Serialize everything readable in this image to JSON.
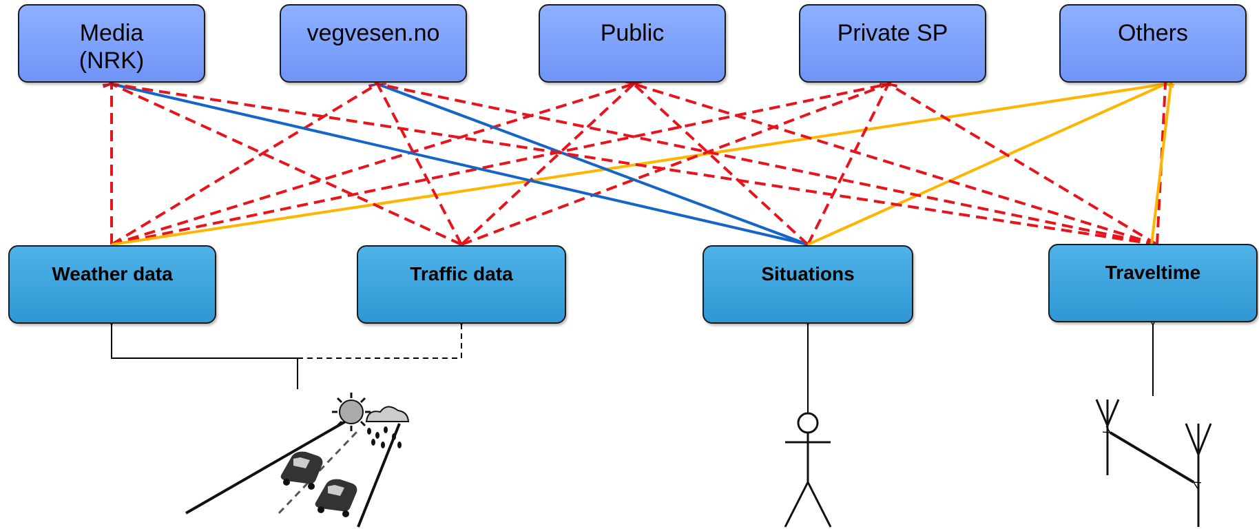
{
  "sources": [
    {
      "id": "media",
      "label": "Media\n(NRK)"
    },
    {
      "id": "vegvesen",
      "label": "vegvesen.no"
    },
    {
      "id": "public",
      "label": "Public"
    },
    {
      "id": "private",
      "label": "Private SP"
    },
    {
      "id": "others",
      "label": "Others"
    }
  ],
  "data_nodes": [
    {
      "id": "weather",
      "label": "Weather data"
    },
    {
      "id": "traffic",
      "label": "Traffic data"
    },
    {
      "id": "situations",
      "label": "Situations"
    },
    {
      "id": "traveltime",
      "label": "Traveltime"
    }
  ],
  "links": [
    {
      "from": "weather",
      "to": "media",
      "style": "dashed",
      "color": "#e8141c"
    },
    {
      "from": "weather",
      "to": "vegvesen",
      "style": "dashed",
      "color": "#e8141c"
    },
    {
      "from": "weather",
      "to": "public",
      "style": "dashed",
      "color": "#e8141c"
    },
    {
      "from": "weather",
      "to": "private",
      "style": "dashed",
      "color": "#e8141c"
    },
    {
      "from": "weather",
      "to": "others",
      "style": "solid",
      "color": "#ffb400"
    },
    {
      "from": "traffic",
      "to": "media",
      "style": "dashed",
      "color": "#e8141c"
    },
    {
      "from": "traffic",
      "to": "vegvesen",
      "style": "dashed",
      "color": "#e8141c"
    },
    {
      "from": "traffic",
      "to": "public",
      "style": "dashed",
      "color": "#e8141c"
    },
    {
      "from": "traffic",
      "to": "private",
      "style": "dashed",
      "color": "#e8141c"
    },
    {
      "from": "situations",
      "to": "media",
      "style": "solid",
      "color": "#1565c8"
    },
    {
      "from": "situations",
      "to": "vegvesen",
      "style": "solid",
      "color": "#1565c8"
    },
    {
      "from": "situations",
      "to": "public",
      "style": "dashed",
      "color": "#e8141c"
    },
    {
      "from": "situations",
      "to": "private",
      "style": "dashed",
      "color": "#e8141c"
    },
    {
      "from": "situations",
      "to": "others",
      "style": "solid",
      "color": "#ffb400"
    },
    {
      "from": "traveltime",
      "to": "media",
      "style": "dashed",
      "color": "#e8141c"
    },
    {
      "from": "traveltime",
      "to": "vegvesen",
      "style": "dashed",
      "color": "#e8141c"
    },
    {
      "from": "traveltime",
      "to": "public",
      "style": "dashed",
      "color": "#e8141c"
    },
    {
      "from": "traveltime",
      "to": "private",
      "style": "dashed",
      "color": "#e8141c"
    },
    {
      "from": "traveltime",
      "to": "others",
      "style": "dashed",
      "color": "#e8141c"
    },
    {
      "from": "traveltime",
      "to": "others",
      "style": "solid",
      "color": "#ffb400"
    }
  ],
  "icons": [
    "weather-sensor-icon",
    "person-icon",
    "antenna-icon"
  ]
}
